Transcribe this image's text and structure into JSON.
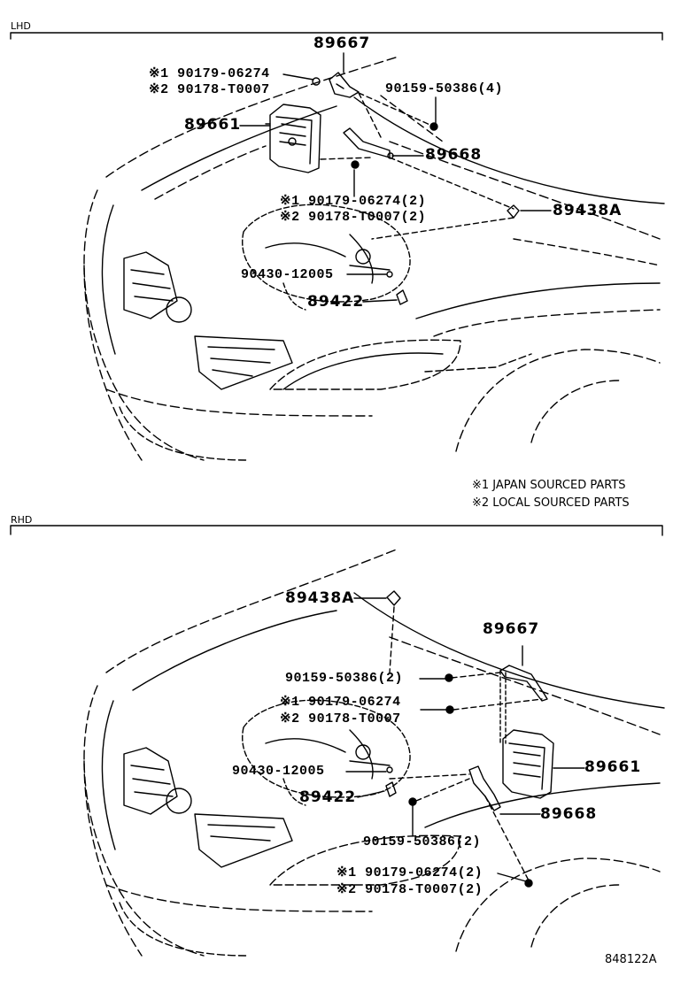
{
  "sections": {
    "lhd": "LHD",
    "rhd": "RHD"
  },
  "lhd": {
    "p89667": "89667",
    "m1_nut": "※1 90179-06274",
    "m2_nut": "※2 90178-T0007",
    "bolt_4": "90159-50386(4)",
    "p89661": "89661",
    "p89668": "89668",
    "m1_nut_2": "※1 90179-06274(2)",
    "m2_nut_2": "※2 90178-T0007(2)",
    "p89438a": "89438A",
    "gasket": "90430-12005",
    "p89422": "89422"
  },
  "notes": [
    "※1 JAPAN SOURCED PARTS",
    "※2 LOCAL SOURCED PARTS"
  ],
  "rhd": {
    "p89438a": "89438A",
    "p89667": "89667",
    "bolt_2a": "90159-50386(2)",
    "m1_nut": "※1 90179-06274",
    "m2_nut": "※2 90178-T0007",
    "p89661": "89661",
    "gasket": "90430-12005",
    "p89422": "89422",
    "p89668": "89668",
    "bolt_2b": "90159-50386(2)",
    "m1_nut_2": "※1 90179-06274(2)",
    "m2_nut_2": "※2 90178-T0007(2)"
  },
  "illustration_code": "848122A"
}
